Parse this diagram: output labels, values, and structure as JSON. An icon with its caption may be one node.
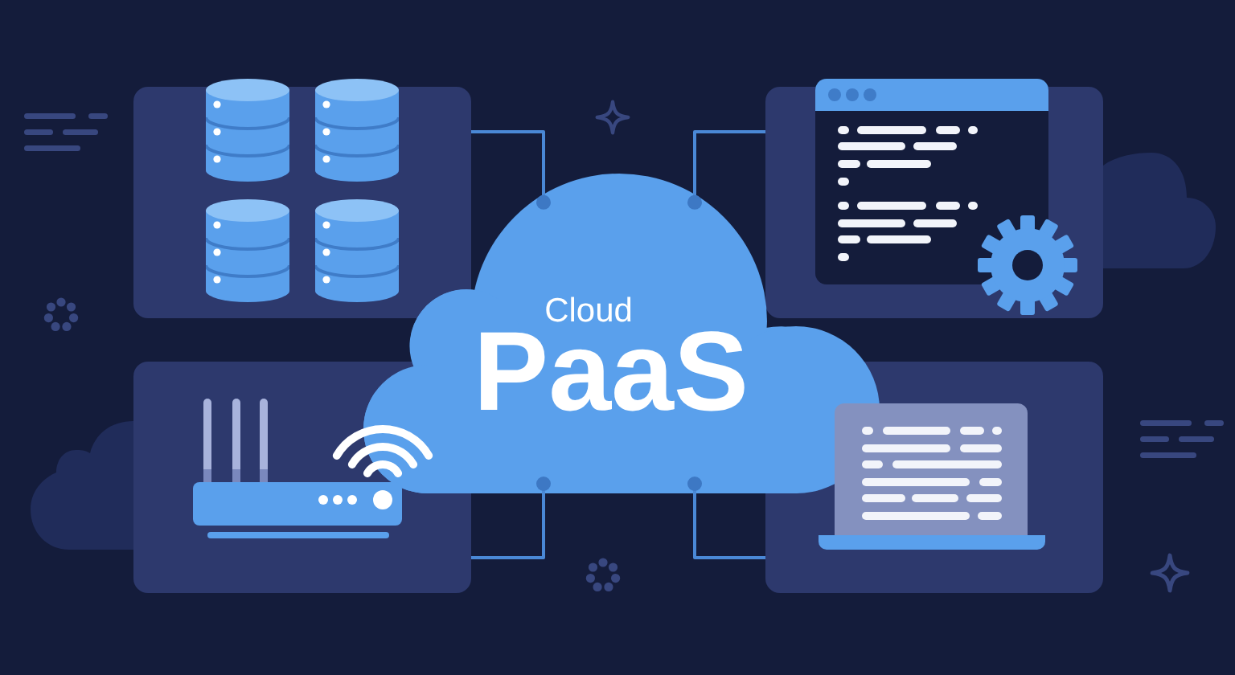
{
  "diagram": {
    "nodes": [
      {
        "text": [],
        "shape": "picture"
      },
      {
        "text": [],
        "shape": "picture"
      },
      {
        "text": [
          "Cloud",
          "PaaS"
        ]
      },
      {
        "text": [],
        "shape": "picture"
      },
      {
        "text": [],
        "shape": "picture"
      }
    ],
    "edges": [
      {
        "from": 2,
        "to": 0,
        "arrow": "other"
      },
      {
        "from": 2,
        "to": 1,
        "arrow": "other"
      },
      {
        "from": 2,
        "to": 3,
        "arrow": "other"
      },
      {
        "from": 2,
        "to": 4,
        "arrow": "other"
      }
    ]
  }
}
